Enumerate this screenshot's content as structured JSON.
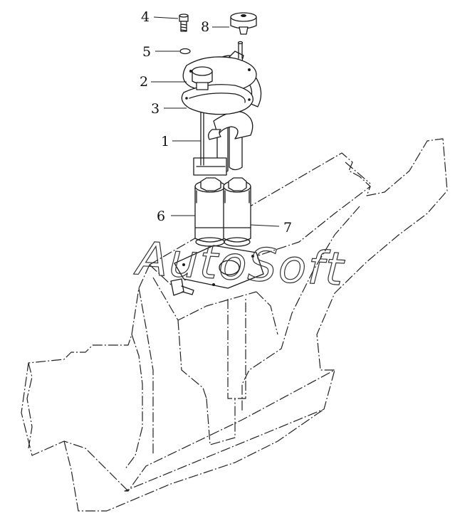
{
  "labels": [
    {
      "id": "label-1",
      "text": "1"
    },
    {
      "id": "label-2",
      "text": "2"
    },
    {
      "id": "label-3",
      "text": "3"
    },
    {
      "id": "label-4",
      "text": "4"
    },
    {
      "id": "label-5",
      "text": "5"
    },
    {
      "id": "label-6",
      "text": "6"
    },
    {
      "id": "label-7",
      "text": "7"
    },
    {
      "id": "label-8",
      "text": "8"
    }
  ],
  "watermark": {
    "text": "AutoSoft"
  },
  "colors": {
    "ink": "#1a1a1a",
    "background": "#ffffff"
  }
}
